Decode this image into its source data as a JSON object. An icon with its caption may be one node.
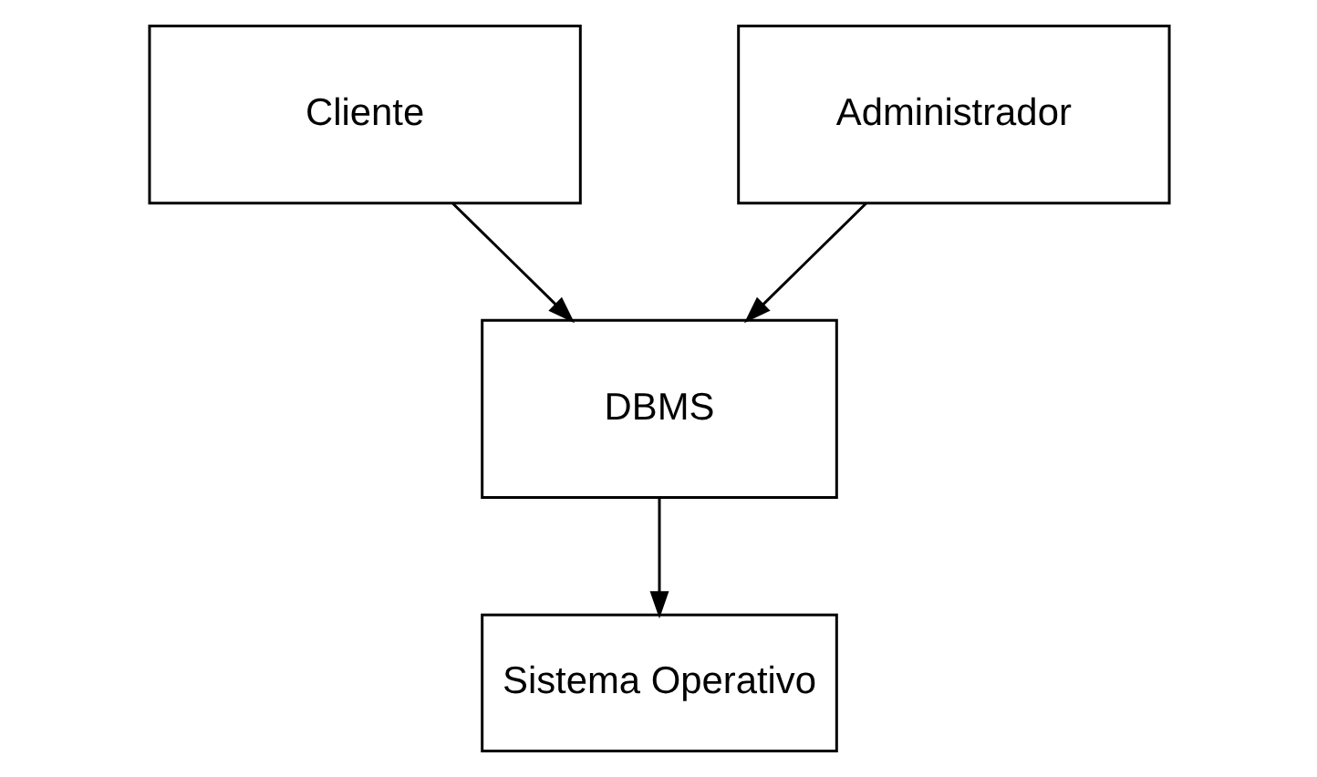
{
  "diagram": {
    "nodes": [
      {
        "text": [
          "Cliente"
        ]
      },
      {
        "text": [
          "Administrador"
        ]
      },
      {
        "text": [
          "DBMS"
        ]
      },
      {
        "text": [
          "Sistema Operativo"
        ]
      }
    ],
    "edges": [
      {
        "from": 0,
        "to": 2,
        "arrow": "to"
      },
      {
        "from": 1,
        "to": 2,
        "arrow": "to"
      },
      {
        "from": 2,
        "to": 3,
        "arrow": "to"
      }
    ]
  }
}
